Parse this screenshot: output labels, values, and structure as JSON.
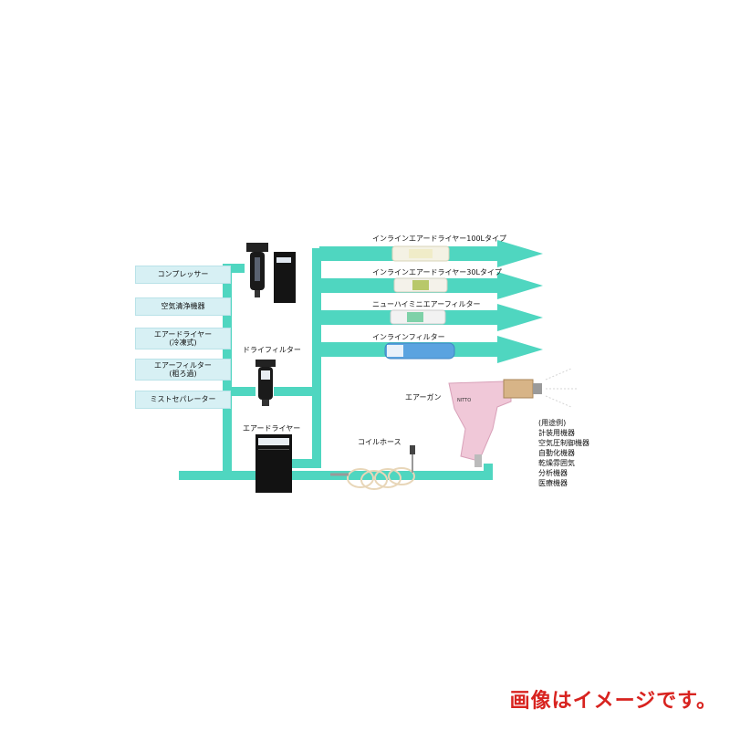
{
  "flow_boxes": [
    {
      "line1": "コンプレッサー",
      "line2": ""
    },
    {
      "line1": "空気清浄機器",
      "line2": ""
    },
    {
      "line1": "エアードライヤー",
      "line2": "(冷凍式)"
    },
    {
      "line1": "エアーフィルター",
      "line2": "(粗ろ過)"
    },
    {
      "line1": "ミストセパレーター",
      "line2": ""
    }
  ],
  "device_labels": {
    "dry_filter": "ドライフィルター",
    "air_dryer": "エアードライヤー",
    "coil_hose": "コイルホース",
    "air_gun": "エアーガン"
  },
  "outputs": [
    {
      "label": "インラインエアードライヤー100Lタイプ"
    },
    {
      "label": "インラインエアードライヤー30Lタイプ"
    },
    {
      "label": "ニューハイミニエアーフィルター"
    },
    {
      "label": "インラインフィルター"
    }
  ],
  "uses": {
    "heading": "(用途例)",
    "items": [
      "計装用機器",
      "空気圧制御機器",
      "自動化機器",
      "乾燥雰囲気",
      "分析機器",
      "医療機器"
    ]
  },
  "gun_logo": "NITTO",
  "notice": "画像はイメージです。",
  "colors": {
    "pipe": "#4fd6c0",
    "box_fill": "#d7f0f4",
    "notice": "#d8231f"
  }
}
